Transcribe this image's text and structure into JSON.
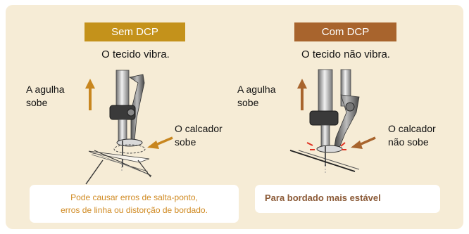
{
  "left": {
    "badge": "Sem DCP",
    "caption": "O tecido vibra.",
    "needle_label": [
      "A agulha",
      "sobe"
    ],
    "presser_label": [
      "O calcador",
      "sobe"
    ],
    "info": [
      "Pode causar erros de salta-ponto,",
      "erros de linha ou distorção de bordado."
    ]
  },
  "right": {
    "badge": "Com DCP",
    "caption": "O tecido não vibra.",
    "needle_label": [
      "A agulha",
      "sobe"
    ],
    "presser_label": [
      "O calcador",
      "não sobe"
    ],
    "info": "Para bordado mais estável"
  },
  "colors": {
    "panel": "#f6ecd6",
    "badge_left": "#c4921b",
    "badge_right": "#a8642d",
    "arrow": "#c8861f",
    "info_left_text": "#d08a22",
    "info_right_text": "#8b5a37"
  }
}
